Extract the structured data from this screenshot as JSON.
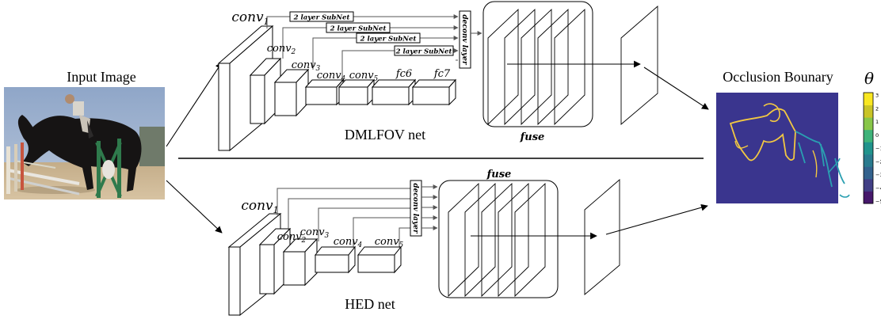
{
  "labels": {
    "input_image": "Input Image",
    "occlusion": "Occlusion Bounary",
    "theta": "θ",
    "dmlfov": "DMLFOV net",
    "hed": "HED net",
    "fuse_top": "fuse",
    "fuse_bottom": "fuse",
    "deconv_top": "deconv layer",
    "deconv_bottom": "deconv layer"
  },
  "top_net": {
    "stages": [
      {
        "name": "conv",
        "sub": "1"
      },
      {
        "name": "conv",
        "sub": "2"
      },
      {
        "name": "conv",
        "sub": "3"
      },
      {
        "name": "conv",
        "sub": "4"
      },
      {
        "name": "conv",
        "sub": "5"
      },
      {
        "name": "fc6",
        "sub": ""
      },
      {
        "name": "fc7",
        "sub": ""
      }
    ],
    "subnets": [
      "2 layer SubNet",
      "2 layer SubNet",
      "2 layer SubNet",
      "2 layer SubNet"
    ]
  },
  "bottom_net": {
    "stages": [
      {
        "name": "conv",
        "sub": "1"
      },
      {
        "name": "conv",
        "sub": "2"
      },
      {
        "name": "conv",
        "sub": "3"
      },
      {
        "name": "conv",
        "sub": "4"
      },
      {
        "name": "conv",
        "sub": "5"
      }
    ]
  },
  "colorbar": {
    "ticks": [
      "3",
      "2",
      "1",
      "0",
      "−1",
      "−2",
      "−3",
      "−4",
      "−5"
    ],
    "colors": [
      "#f9e721",
      "#c9c427",
      "#88c649",
      "#3fb37a",
      "#21938c",
      "#2a7b8e",
      "#33628d",
      "#413f85",
      "#46186b"
    ]
  },
  "colors": {
    "map_background": "#3a358e",
    "edge_yellow": "#f2c842",
    "edge_teal": "#2a9fb1"
  }
}
